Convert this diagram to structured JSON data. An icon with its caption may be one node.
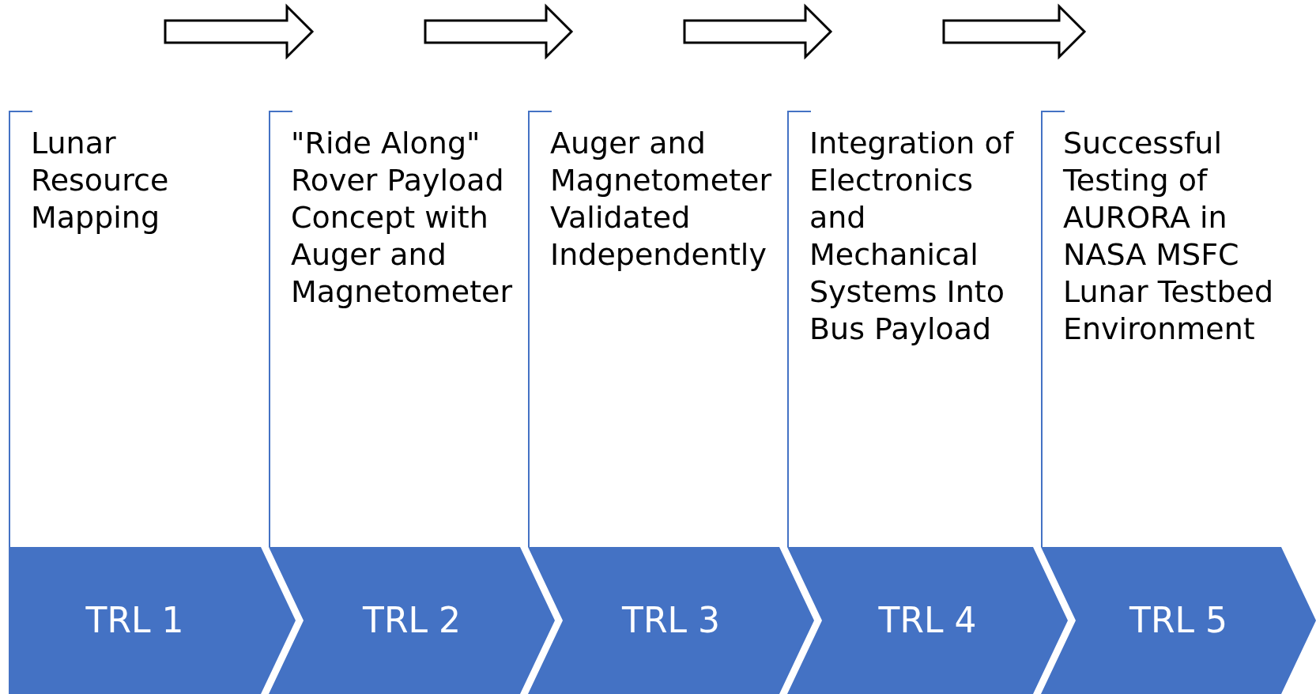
{
  "diagram": {
    "nodes": [
      {
        "text": [
          "Lunar Resource Mapping"
        ]
      },
      {
        "text": [
          "\"Ride Along\" Rover Payload Concept with Auger and Magnetometer"
        ]
      },
      {
        "text": [
          "Auger and Magnetometer Validated Independently"
        ]
      },
      {
        "text": [
          "Integration of Electronics and Mechanical Systems Into Bus Payload"
        ]
      },
      {
        "text": [
          "Successful Testing of AURORA in NASA MSFC Lunar Testbed Environment"
        ]
      },
      {
        "text": [
          "TRL 1"
        ]
      },
      {
        "text": [
          "TRL 2"
        ]
      },
      {
        "text": [
          "TRL 3"
        ]
      },
      {
        "text": [
          "TRL 4"
        ]
      },
      {
        "text": [
          "TRL 5"
        ]
      }
    ],
    "edges": [
      {
        "from": 0,
        "to": 1,
        "arrow": "to"
      },
      {
        "from": 1,
        "to": 2,
        "arrow": "to"
      },
      {
        "from": 2,
        "to": 3,
        "arrow": "to"
      },
      {
        "from": 3,
        "to": 4,
        "arrow": "to"
      }
    ]
  }
}
